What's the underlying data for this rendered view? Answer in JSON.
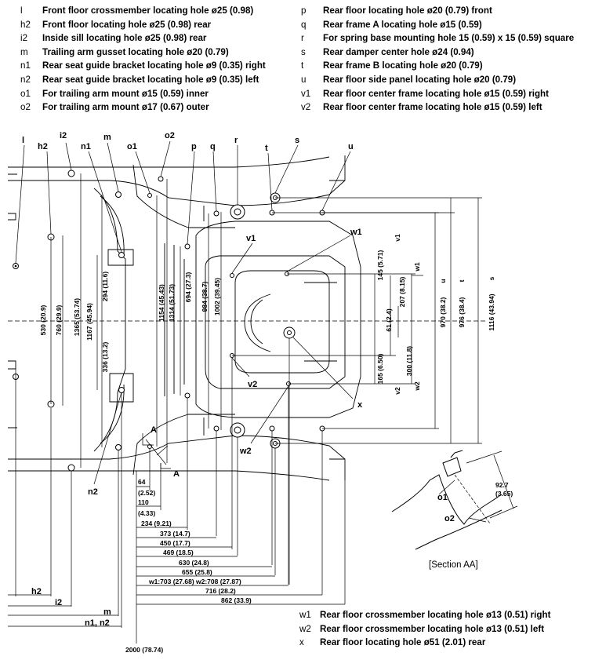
{
  "legend_top_left": [
    {
      "code": "l",
      "text": "Front floor crossmember locating hole ø25 (0.98)"
    },
    {
      "code": "h2",
      "text": "Front floor locating hole ø25 (0.98) rear"
    },
    {
      "code": "i2",
      "text": "Inside sill locating hole ø25 (0.98) rear"
    },
    {
      "code": "m",
      "text": "Trailing arm gusset locating hole ø20 (0.79)"
    },
    {
      "code": "n1",
      "text": "Rear seat guide bracket locating hole ø9 (0.35) right"
    },
    {
      "code": "n2",
      "text": "Rear seat guide bracket locating hole ø9 (0.35) left"
    },
    {
      "code": "o1",
      "text": "For trailing arm mount ø15 (0.59) inner"
    },
    {
      "code": "o2",
      "text": "For trailing arm mount ø17 (0.67) outer"
    }
  ],
  "legend_top_right": [
    {
      "code": "p",
      "text": "Rear floor locating hole ø20 (0.79) front"
    },
    {
      "code": "q",
      "text": "Rear frame A locating hole ø15 (0.59)"
    },
    {
      "code": "r",
      "text": "For spring base mounting hole 15 (0.59) x 15 (0.59) square"
    },
    {
      "code": "s",
      "text": "Rear damper center hole ø24 (0.94)"
    },
    {
      "code": "t",
      "text": "Rear frame B locating hole ø20 (0.79)"
    },
    {
      "code": "u",
      "text": "Rear floor side panel locating hole ø20 (0.79)"
    },
    {
      "code": "v1",
      "text": "Rear floor center frame locating hole ø15 (0.59) right"
    },
    {
      "code": "v2",
      "text": "Rear floor center frame locating hole ø15 (0.59) left"
    }
  ],
  "legend_bottom": [
    {
      "code": "w1",
      "text": "Rear floor crossmember locating hole ø13 (0.51) right"
    },
    {
      "code": "w2",
      "text": "Rear floor crossmember locating hole ø13 (0.51) left"
    },
    {
      "code": "x",
      "text": "Rear floor locating hole ø51 (2.01) rear"
    }
  ],
  "callouts": {
    "l": "l",
    "h2": "h2",
    "i2": "i2",
    "m": "m",
    "n1": "n1",
    "o1": "o1",
    "o2": "o2",
    "p": "p",
    "q": "q",
    "r": "r",
    "t": "t",
    "s": "s",
    "u": "u",
    "v1": "v1",
    "w1": "w1",
    "v2": "v2",
    "w2": "w2",
    "n2": "n2",
    "x": "x",
    "A": "A"
  },
  "bottom_refs": {
    "h2": "h2",
    "i2": "i2",
    "m": "m",
    "n1n2": "n1, n2",
    "total": "2000 (78.74)"
  },
  "vertical_dims": {
    "d530": "530 (20.9)",
    "d760": "760 (29.9)",
    "d1365": "1365 (53.74)",
    "d1167": "1167 (45.94)",
    "d294": "294 (11.6)",
    "d336": "336 (13.2)",
    "d1154": "1154 (45.43)",
    "d1314": "1314 (51.73)",
    "d694": "694 (27.3)",
    "d984": "984 (38.7)",
    "d1002": "1002 (39.45)",
    "d145": "145 (5.71)",
    "v1": "v1",
    "w1": "w1",
    "d207": "207 (8.15)",
    "d61": "61 (2.4)",
    "d165": "165 (6.50)",
    "d300": "300 (11.8)",
    "v2": "v2",
    "w2": "w2",
    "d970": "970 (38.2)",
    "u": "u",
    "d976": "976 (38.4)",
    "t": "t",
    "d1116": "1116 (43.94)",
    "s": "s"
  },
  "horizontal_dims": [
    {
      "key": "h64",
      "text": "64"
    },
    {
      "key": "h64in",
      "text": "(2.52)"
    },
    {
      "key": "h110",
      "text": "110"
    },
    {
      "key": "h110in",
      "text": "(4.33)"
    },
    {
      "key": "h234",
      "text": "234 (9.21)"
    },
    {
      "key": "h373",
      "text": "373 (14.7)"
    },
    {
      "key": "h450",
      "text": "450 (17.7)"
    },
    {
      "key": "h469",
      "text": "469 (18.5)"
    },
    {
      "key": "h630",
      "text": "630 (24.8)"
    },
    {
      "key": "h655",
      "text": "655 (25.8)"
    },
    {
      "key": "hw",
      "text": "w1:703 (27.68) w2:708 (27.87)"
    },
    {
      "key": "h716",
      "text": "716 (28.2)"
    },
    {
      "key": "h862",
      "text": "862 (33.9)"
    }
  ],
  "section": {
    "title": "[Section AA]",
    "o1": "o1",
    "o2": "o2",
    "dim": "92.7",
    "dim_in": "(3.65)"
  }
}
